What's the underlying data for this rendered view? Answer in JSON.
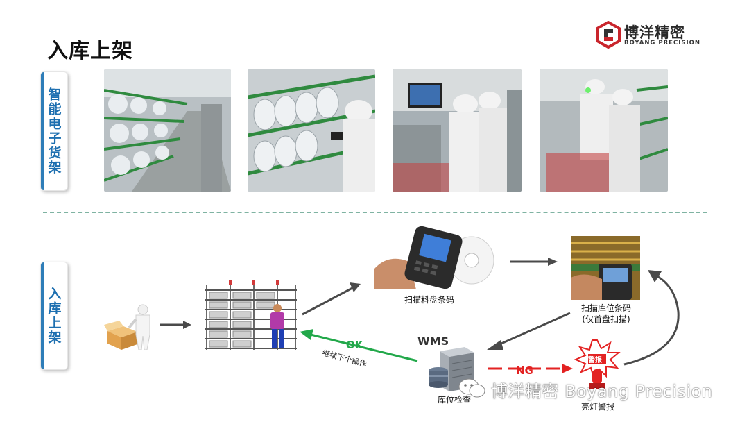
{
  "header": {
    "title": "入库上架"
  },
  "logo": {
    "name_cn": "博洋精密",
    "name_en": "BOYANG PRECISION"
  },
  "sections": {
    "top_tab": "智能电子货架",
    "bottom_tab": "入库上架"
  },
  "flow": {
    "scan_material_label": "扫描料盘条码",
    "scan_location_label_line1": "扫描库位条码",
    "scan_location_label_line2": "(仅首盘扫描)",
    "wms_label": "WMS",
    "location_check_label": "库位检查",
    "ok_label": "OK",
    "continue_label": "继续下个操作",
    "ng_label": "NG",
    "alarm_badge": "警报",
    "alarm_label": "亮灯警报"
  },
  "watermark": {
    "text": "博洋精密 Boyang Precision"
  },
  "colors": {
    "accent_blue": "#1d6fb0",
    "ok_green": "#22a84a",
    "ng_red": "#e32222",
    "dash": "#7fb3a2"
  }
}
